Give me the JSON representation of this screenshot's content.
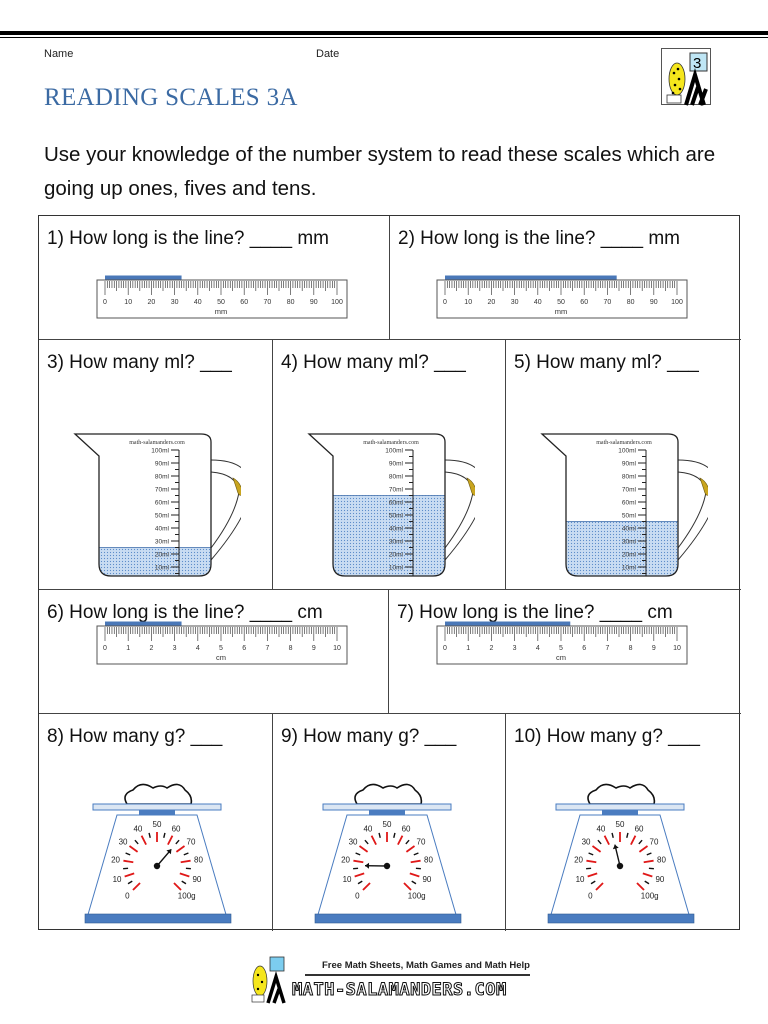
{
  "header": {
    "name_label": "Name",
    "date_label": "Date",
    "title": "READING SCALES 3A",
    "instructions": "Use your knowledge of the number system to read these scales which are going up ones, fives and tens.",
    "logo_number": "3"
  },
  "questions": [
    {
      "id": 1,
      "text": "1) How long is the line? ____ mm",
      "type": "ruler",
      "unit": "mm",
      "line_length": 33,
      "ticks": [
        "0",
        "10",
        "20",
        "30",
        "40",
        "50",
        "60",
        "70",
        "80",
        "90",
        "100"
      ],
      "unit_label": "mm"
    },
    {
      "id": 2,
      "text": "2) How long is the line? ____ mm",
      "type": "ruler",
      "unit": "mm",
      "line_length": 74,
      "ticks": [
        "0",
        "10",
        "20",
        "30",
        "40",
        "50",
        "60",
        "70",
        "80",
        "90",
        "100"
      ],
      "unit_label": "mm"
    },
    {
      "id": 3,
      "text": "3) How many ml? ___",
      "type": "jug",
      "fill_ml": 25
    },
    {
      "id": 4,
      "text": "4) How many ml? ___",
      "type": "jug",
      "fill_ml": 65
    },
    {
      "id": 5,
      "text": "5) How many ml? ___",
      "type": "jug",
      "fill_ml": 45
    },
    {
      "id": 6,
      "text": "6) How long is the line? ____ cm",
      "type": "ruler",
      "unit": "cm",
      "line_length": 3.3,
      "ticks": [
        "0",
        "1",
        "2",
        "3",
        "4",
        "5",
        "6",
        "7",
        "8",
        "9",
        "10"
      ],
      "unit_label": "cm"
    },
    {
      "id": 7,
      "text": "7) How long is the line? ____ cm",
      "type": "ruler",
      "unit": "cm",
      "line_length": 5.4,
      "ticks": [
        "0",
        "1",
        "2",
        "3",
        "4",
        "5",
        "6",
        "7",
        "8",
        "9",
        "10"
      ],
      "unit_label": "cm"
    },
    {
      "id": 8,
      "text": "8) How many g? ___",
      "type": "scale",
      "reading_g": 65
    },
    {
      "id": 9,
      "text": "9) How many g? ___",
      "type": "scale",
      "reading_g": 17
    },
    {
      "id": 10,
      "text": "10) How many g? ___",
      "type": "scale",
      "reading_g": 45
    }
  ],
  "jug": {
    "watermark": "math-salamanders.com",
    "labels": [
      "100ml",
      "90ml",
      "80ml",
      "70ml",
      "60ml",
      "50ml",
      "40ml",
      "30ml",
      "20ml",
      "10ml"
    ]
  },
  "scale_dial": {
    "labels": [
      "0",
      "10",
      "20",
      "30",
      "40",
      "50",
      "60",
      "70",
      "80",
      "90",
      "100g"
    ]
  },
  "footer": {
    "tagline": "Free Math Sheets, Math Games and Math Help",
    "brand": "MATH-SALAMANDERS.COM"
  },
  "colors": {
    "title_blue": "#3b6aa3",
    "line_blue": "#4a78b8",
    "liquid_blue": "#c9dcf2",
    "dial_red": "#e01818",
    "scale_blue": "#4a7cc0"
  }
}
